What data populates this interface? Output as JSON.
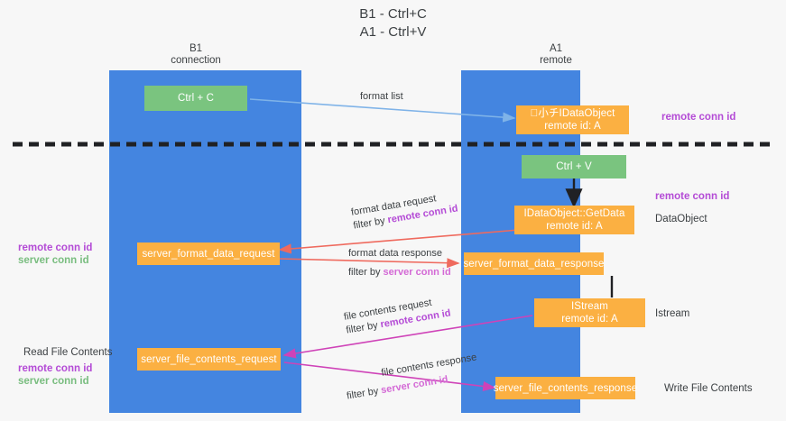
{
  "title": {
    "line1": "B1 - Ctrl+C",
    "line2": "A1 - Ctrl+V"
  },
  "colors": {
    "lane": "#4485e0",
    "node_green": "#7ac47f",
    "node_orange": "#fbb042",
    "purple": "#b44bd6",
    "green_text": "#79bd7f",
    "magenta": "#d46ad6",
    "arrow_blue": "#7fb3e8",
    "arrow_red": "#ef6a5e",
    "arrow_magenta": "#cf43b8",
    "arrow_black": "#202124",
    "background": "#f7f7f7",
    "divider": "#202124"
  },
  "columns": [
    {
      "name": "B1",
      "sub": "connection"
    },
    {
      "name": "A1",
      "sub": "remote"
    }
  ],
  "nodes": {
    "ctrl_c": "Ctrl + C",
    "ctrl_v": "Ctrl + V",
    "idataobject": {
      "line1": "小チIDataObject",
      "line2": "remote id: A"
    },
    "getdata": {
      "line1": "IDataObject::GetData",
      "line2": "remote id: A"
    },
    "istream": {
      "line1": "IStream",
      "line2": "remote id: A"
    },
    "server_format_data_request": "server_format_data_request",
    "server_format_data_response": "server_format_data_response",
    "server_file_contents_request": "server_file_contents_request",
    "server_file_contents_response": "server_file_contents_response"
  },
  "edge_labels": {
    "format_list": "format list",
    "format_data_request": {
      "line1": "format data request",
      "prefix": "filter by ",
      "key": "remote conn id"
    },
    "format_data_response": {
      "line1": "format data response",
      "prefix": "filter by ",
      "key": "server conn id"
    },
    "file_contents_request": {
      "line1": "file contents request",
      "prefix": "filter by ",
      "key": "remote conn id"
    },
    "file_contents_response": {
      "line1": "file contents response",
      "prefix": "filter by ",
      "key": "server conn id"
    }
  },
  "annotations": {
    "right_top_remote": "remote conn id",
    "right_mid_remote": "remote conn id",
    "right_dataobject": "DataObject",
    "right_istream": "Istream",
    "right_write_file_contents": "Write File Contents",
    "left_remote_conn_id": "remote conn id",
    "left_server_conn_id": "server conn id",
    "left_read_file_contents": "Read File Contents",
    "left_remote_conn_id_2": "remote conn id",
    "left_server_conn_id_2": "server conn id"
  }
}
